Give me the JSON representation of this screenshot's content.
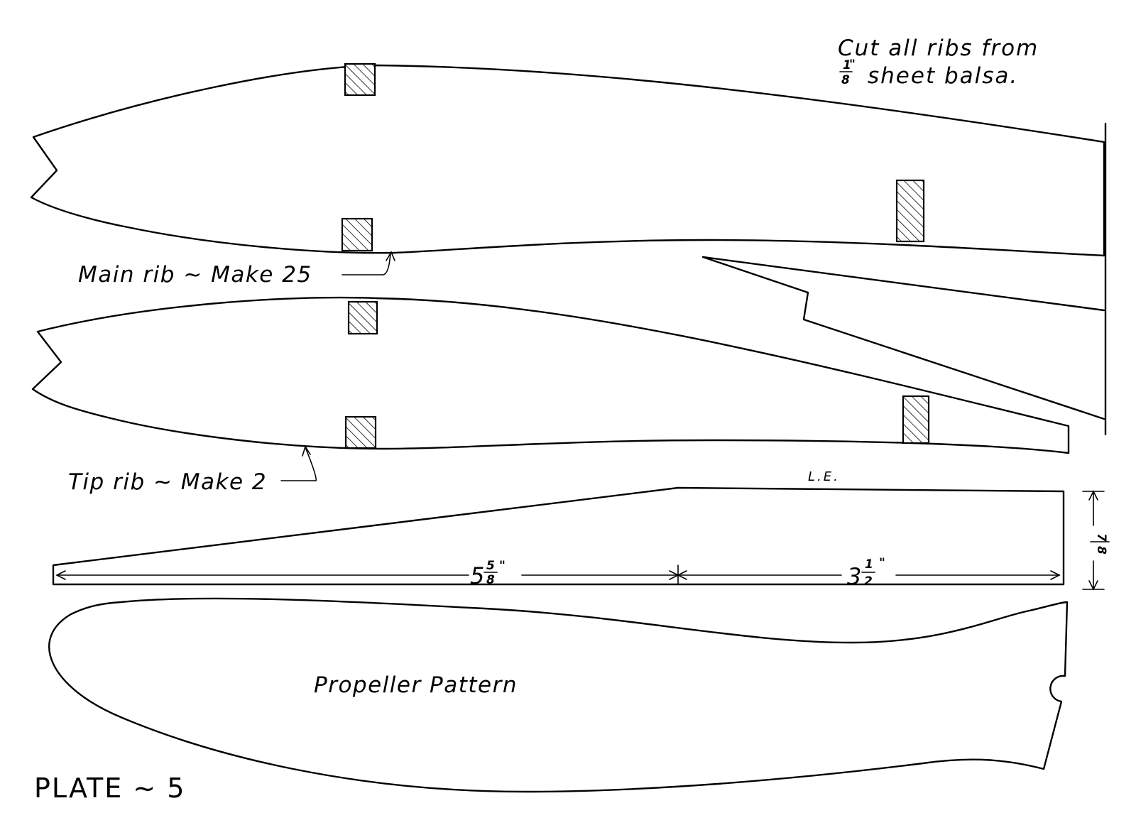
{
  "note": {
    "line1": "Cut all ribs from",
    "frac_num": "1",
    "frac_den": "8",
    "inch_mark": "\"",
    "line2": "sheet balsa."
  },
  "main_rib": {
    "label": "Main rib ~ Make 25"
  },
  "tip_rib": {
    "label": "Tip rib ~ Make 2"
  },
  "leading_edge": {
    "label": "L.E."
  },
  "dimensions": {
    "d1_whole": "5",
    "d1_num": "5",
    "d1_den": "8",
    "d2_whole": "3",
    "d2_num": "1",
    "d2_den": "2",
    "d3_num": "7",
    "d3_den": "8",
    "inch_mark": "\""
  },
  "propeller": {
    "label": "Propeller Pattern"
  },
  "plate": {
    "label": "PLATE ~ 5"
  }
}
